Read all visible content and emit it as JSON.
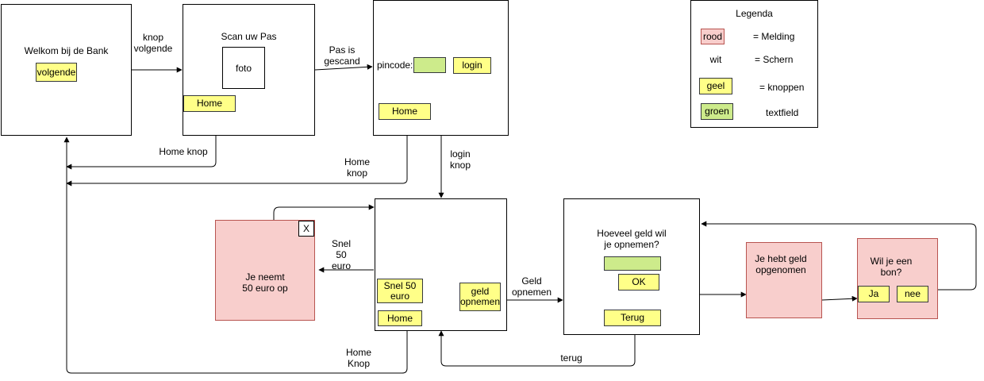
{
  "screens": {
    "welcome": {
      "title": "Welkom bij de Bank",
      "next_button": "volgende"
    },
    "scan": {
      "title": "Scan uw Pas",
      "photo": "foto",
      "home_button": "Home"
    },
    "pin": {
      "pin_label": "pincode:",
      "login_button": "login",
      "home_button": "Home"
    },
    "menu": {
      "quick_button": "Snel 50\neuro",
      "withdraw_button": "geld\nopnemen",
      "home_button": "Home"
    },
    "amount": {
      "question": "Hoeveel geld wil\nje opnemen?",
      "ok_button": "OK",
      "back_button": "Terug"
    },
    "quick_message": {
      "text": "Je neemt\n50 euro op",
      "close_button": "X"
    },
    "done_message": {
      "text": "Je hebt geld\nopgenomen"
    },
    "receipt_message": {
      "question": "Wil je een\nbon?",
      "yes_button": "Ja",
      "no_button": "nee"
    }
  },
  "edges": {
    "welcome_to_scan": "knop\nvolgende",
    "scan_to_pin": "Pas is\ngescand",
    "scan_home": "Home knop",
    "pin_home": "Home\nknop",
    "pin_to_menu": "login\nknop",
    "menu_to_quick": "Snel\n50\neuro",
    "menu_to_amount": "Geld\nopnemen",
    "menu_home": "Home\nKnop",
    "amount_back": "terug"
  },
  "legend": {
    "title": "Legenda",
    "items": [
      {
        "swatch": "rood",
        "meaning": "= Melding",
        "style": "red"
      },
      {
        "swatch": "wit",
        "meaning": "= Schern",
        "style": "white"
      },
      {
        "swatch": "geel",
        "meaning": "= knoppen",
        "style": "yellow"
      },
      {
        "swatch": "groen",
        "meaning": "textfield",
        "style": "green"
      }
    ]
  },
  "colors": {
    "melding_fill": "#f8cecc",
    "melding_border": "#b85450",
    "button_fill": "#ffff88",
    "textfield_fill": "#cdeb8b",
    "screen_fill": "#ffffff",
    "line": "#000000"
  }
}
